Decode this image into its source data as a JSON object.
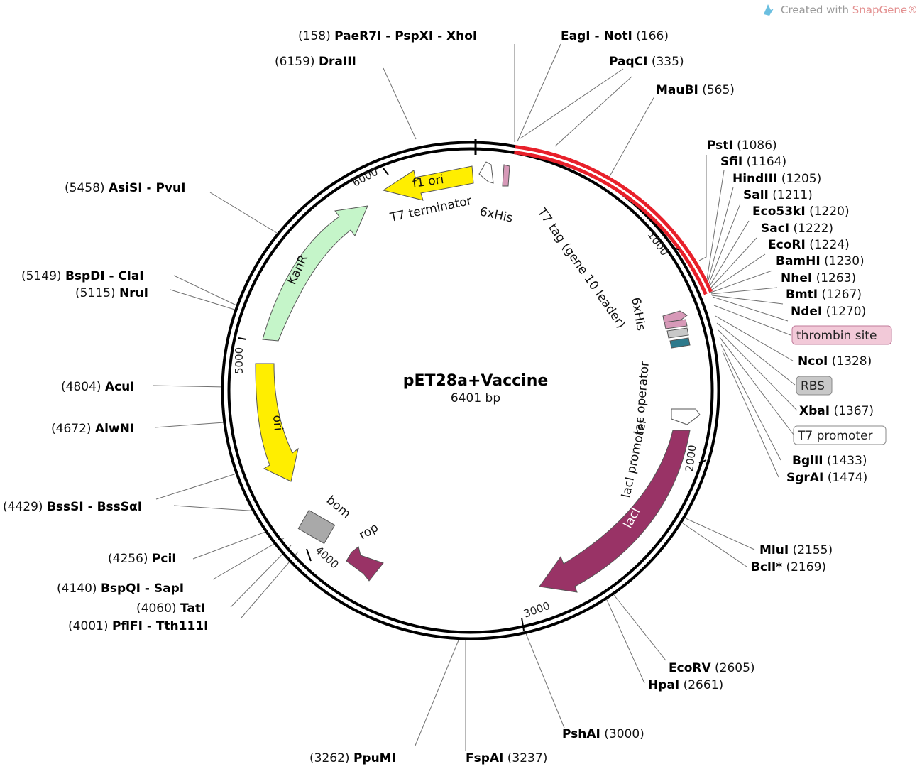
{
  "watermark": {
    "prefix": "Created with ",
    "brand": "SnapGene®"
  },
  "center": {
    "name": "pET28a+Vaccine",
    "size": "6401 bp"
  },
  "ticks": [
    "1000",
    "2000",
    "3000",
    "4000",
    "5000",
    "6000"
  ],
  "feature_labels": {
    "f1_ori": "f1 ori",
    "t7_terminator": "T7 terminator",
    "his_top": "6xHis",
    "t7_tag": "T7 tag (gene 10 leader)",
    "his_mid": "6xHis",
    "lac_operator": "lac operator",
    "laci_promoter": "lacI promoter",
    "laci": "lacI",
    "kanr": "KanR",
    "ori": "ori",
    "bom": "bom",
    "rop": "rop"
  },
  "boxed": {
    "thrombin": "thrombin site",
    "rbs": "RBS",
    "t7_promoter": "T7 promoter"
  },
  "sites": {
    "paer7i": {
      "pos": "(158)",
      "name": "PaeR7I - PspXI - XhoI"
    },
    "eagi": {
      "pos": "(166)",
      "name": "EagI - NotI"
    },
    "draiii": {
      "pos": "(6159)",
      "name": "DraIII"
    },
    "paqci": {
      "pos": "(335)",
      "name": "PaqCI"
    },
    "maubi": {
      "pos": "(565)",
      "name": "MauBI"
    },
    "psti": {
      "pos": "(1086)",
      "name": "PstI"
    },
    "sfii": {
      "pos": "(1164)",
      "name": "SfiI"
    },
    "hindiii": {
      "pos": "(1205)",
      "name": "HindIII"
    },
    "sali": {
      "pos": "(1211)",
      "name": "SalI"
    },
    "eco53ki": {
      "pos": "(1220)",
      "name": "Eco53kI"
    },
    "saci": {
      "pos": "(1222)",
      "name": "SacI"
    },
    "ecori": {
      "pos": "(1224)",
      "name": "EcoRI"
    },
    "bamhi": {
      "pos": "(1230)",
      "name": "BamHI"
    },
    "nhei": {
      "pos": "(1263)",
      "name": "NheI"
    },
    "bmti": {
      "pos": "(1267)",
      "name": "BmtI"
    },
    "ndei": {
      "pos": "(1270)",
      "name": "NdeI"
    },
    "ncoi": {
      "pos": "(1328)",
      "name": "NcoI"
    },
    "xbai": {
      "pos": "(1367)",
      "name": "XbaI"
    },
    "bglii": {
      "pos": "(1433)",
      "name": "BglII"
    },
    "sgrai": {
      "pos": "(1474)",
      "name": "SgrAI"
    },
    "mlui": {
      "pos": "(2155)",
      "name": "MluI"
    },
    "bcli": {
      "pos": "(2169)",
      "name": "BclI*"
    },
    "ecorv": {
      "pos": "(2605)",
      "name": "EcoRV"
    },
    "hpai": {
      "pos": "(2661)",
      "name": "HpaI"
    },
    "pshai": {
      "pos": "(3000)",
      "name": "PshAI"
    },
    "fspai": {
      "pos": "(3237)",
      "name": "FspAI"
    },
    "ppumi": {
      "pos": "(3262)",
      "name": "PpuMI"
    },
    "pflfi": {
      "pos": "(4001)",
      "name": "PflFI - Tth111I"
    },
    "tati": {
      "pos": "(4060)",
      "name": "TatI"
    },
    "bspqi": {
      "pos": "(4140)",
      "name": "BspQI - SapI"
    },
    "pcii": {
      "pos": "(4256)",
      "name": "PciI"
    },
    "bsssi": {
      "pos": "(4429)",
      "name": "BssSI - BssSαI"
    },
    "alwni": {
      "pos": "(4672)",
      "name": "AlwNI"
    },
    "acui": {
      "pos": "(4804)",
      "name": "AcuI"
    },
    "nrui": {
      "pos": "(5115)",
      "name": "NruI"
    },
    "bspdi": {
      "pos": "(5149)",
      "name": "BspDI - ClaI"
    },
    "asisi": {
      "pos": "(5458)",
      "name": "AsiSI - PvuI"
    }
  },
  "colors": {
    "backbone": "#000000",
    "insert": "#e8202a",
    "f1_ori": "#ffee00",
    "ori": "#ffee00",
    "kanr": "#c5f5c9",
    "laci": "#993366",
    "rop": "#993366",
    "bom": "#a9a9a9",
    "thrombin_box": "#f2c9d8",
    "rbs_box": "#c8c8c8"
  }
}
